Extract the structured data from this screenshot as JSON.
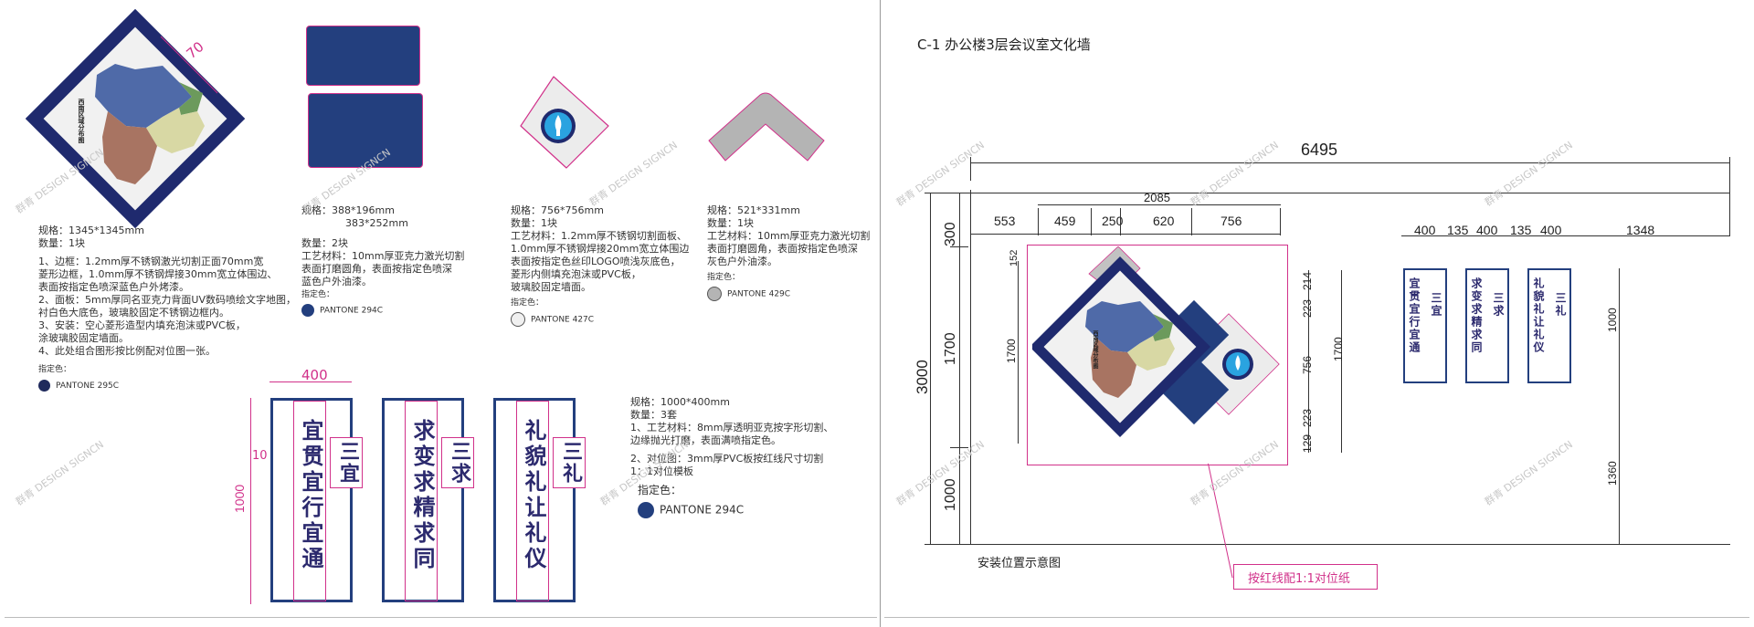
{
  "left": {
    "diamond": {
      "map_title": "西南区域分布图",
      "dim_70": "70",
      "spec": "规格：1345*1345mm",
      "qty": "数量：1块",
      "desc": [
        "1、边框：1.2mm厚不锈钢激光切割正面70mm宽",
        "菱形边框，1.0mm厚不锈钢焊接30mm宽立体围边、",
        "表面按指定色喷深蓝色户外烤漆。",
        "2、面板：5mm厚同名亚克力背面UV数码喷绘文字地图，",
        "衬白色大底色，玻璃胶固定不锈钢边框内。",
        "3、安装：空心菱形造型内填充泡沫或PVC板，",
        "涂玻璃胶固定墙面。",
        "4、此处组合图形按比例配对位图一张。"
      ],
      "color_label": "指定色：",
      "pantone": "PANTONE 295C",
      "pantone_color": "#1f2a5c"
    },
    "blue_panels": {
      "spec1": "规格：388*196mm",
      "spec2": "383*252mm",
      "qty": "数量：2块",
      "desc": [
        "工艺材料：10mm厚亚克力激光切割",
        "表面打磨圆角，表面按指定色喷深",
        "蓝色户外油漆。"
      ],
      "color_label": "指定色：",
      "pantone": "PANTONE 294C",
      "pantone_color": "#233f7e"
    },
    "logo_panel": {
      "spec": "规格：756*756mm",
      "qty": "数量：1块",
      "desc": [
        "工艺材料：1.2mm厚不锈钢切割面板、",
        "1.0mm厚不锈钢焊接20mm宽立体围边",
        "表面按指定色丝印LOGO喷浅灰底色，",
        "菱形内侧填充泡沫或PVC板，",
        "玻璃胶固定墙面。"
      ],
      "color_label": "指定色：",
      "pantone": "PANTONE 427C",
      "pantone_color": "#e8e8e8"
    },
    "chevron": {
      "spec": "规格：521*331mm",
      "qty": "数量：1块",
      "desc": [
        "工艺材料：10mm厚亚克力激光切割",
        "表面打磨圆角，表面按指定色喷深",
        "灰色户外油漆。"
      ],
      "color_label": "指定色：",
      "pantone": "PANTONE 429C",
      "pantone_color": "#b4b4b4"
    },
    "plaques": {
      "dim_width": "400",
      "dim_height": "1000",
      "dim_10": "10",
      "items": [
        {
          "main": "宜贯宜行宜通",
          "tag": "三宜"
        },
        {
          "main": "求变求精求同",
          "tag": "三求"
        },
        {
          "main": "礼貌礼让礼仪",
          "tag": "三礼"
        }
      ],
      "spec": "规格：1000*400mm",
      "qty": "数量：3套",
      "desc": [
        "1、工艺材料：8mm厚透明亚克按字形切割、",
        "边缘抛光打磨，表面满喷指定色。",
        "2、对位图：3mm厚PVC板按红线尺寸切割",
        "1：1对位模板"
      ],
      "color_label": "指定色：",
      "pantone": "PANTONE 294C",
      "pantone_color": "#233f7e"
    }
  },
  "right": {
    "title": "C-1 办公楼3层会议室文化墙",
    "dim_total_width": "6495",
    "dim_2085": "2085",
    "dims_top": [
      "553",
      "459",
      "250",
      "620",
      "756"
    ],
    "dim_total_height": "3000",
    "dims_left": [
      "300",
      "1700",
      "1000"
    ],
    "dim_152": "152",
    "dim_inner_1700": "1700",
    "dims_right_col": [
      "214",
      "223",
      "756",
      "223",
      "129"
    ],
    "dim_right_1700": "1700",
    "dims_plaques": [
      "400",
      "135",
      "400",
      "135",
      "400",
      "1348"
    ],
    "dim_plaque_h": "1000",
    "dim_plaque_bottom": "1360",
    "caption": "安装位置示意图",
    "note": "按红线配1:1对位纸",
    "plaques": [
      {
        "main": "宜贯宜行宜通",
        "tag": "三宜"
      },
      {
        "main": "求变求精求同",
        "tag": "三求"
      },
      {
        "main": "礼貌礼让礼仪",
        "tag": "三礼"
      }
    ]
  },
  "watermark": "群青 DESIGN SIGNCN"
}
